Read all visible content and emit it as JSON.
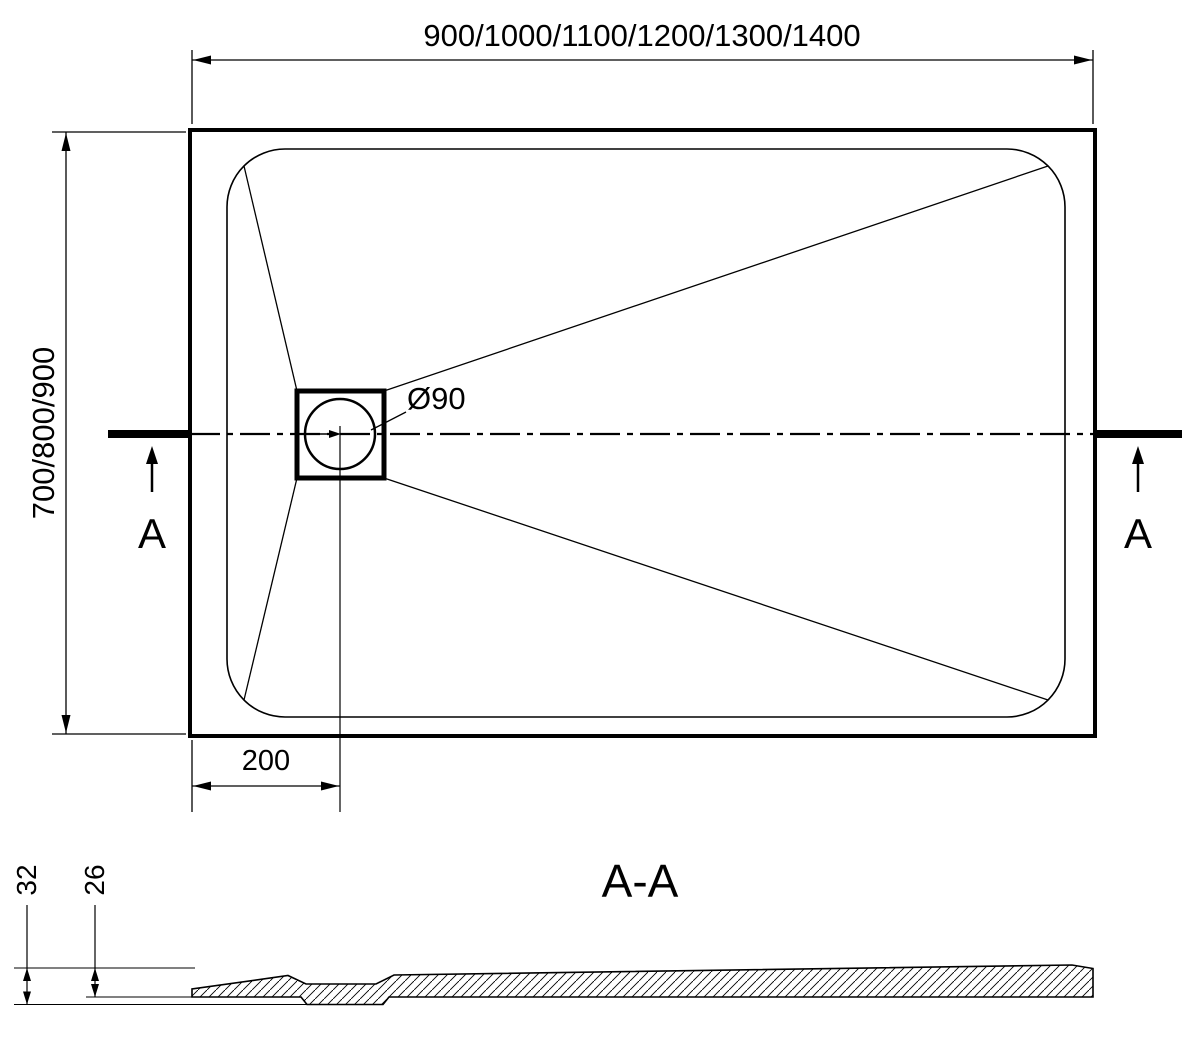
{
  "colors": {
    "line": "#000000",
    "background": "#ffffff"
  },
  "top_view": {
    "width_dim_label": "900/1000/1100/1200/1300/1400",
    "depth_dim_label": "700/800/900",
    "drain_diameter_label": "Ø90",
    "drain_offset_label": "200",
    "section_marker_left": "A",
    "section_marker_right": "A"
  },
  "section_view": {
    "title": "A-A",
    "overall_height_label": "32",
    "edge_height_label": "26"
  }
}
